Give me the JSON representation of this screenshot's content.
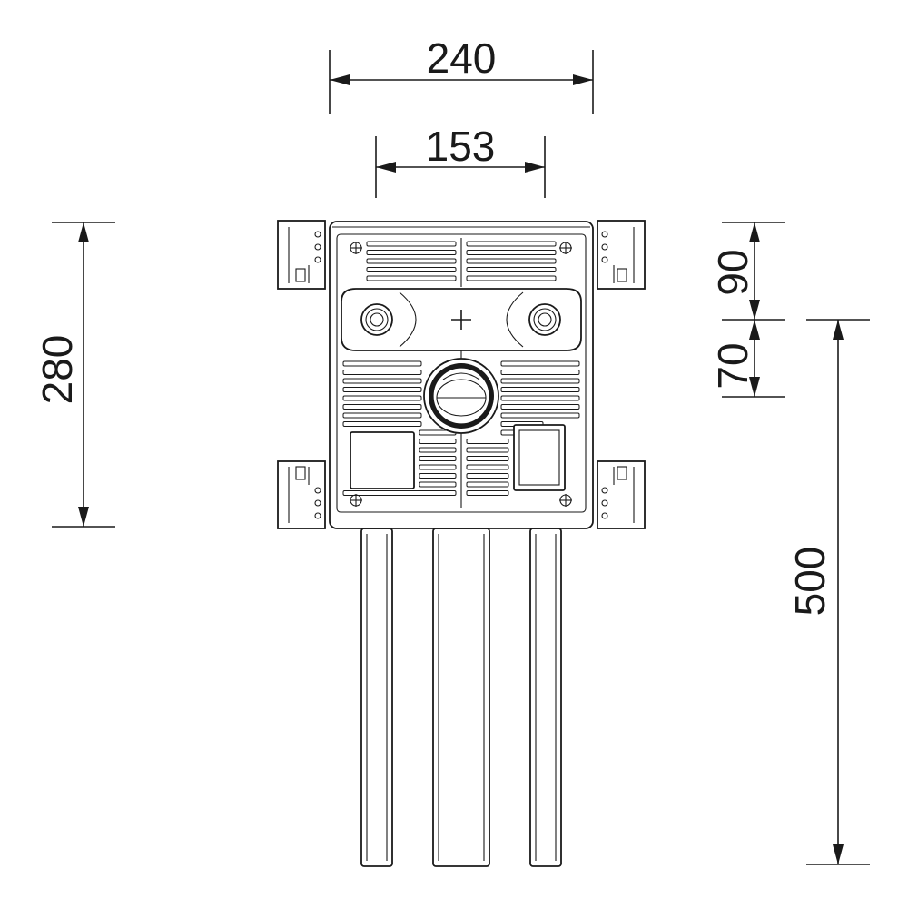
{
  "dimensions": {
    "overall_width": "240",
    "hole_spacing": "153",
    "frame_height": "280",
    "top_offset": "90",
    "center_offset": "70",
    "pipe_length": "500"
  },
  "colors": {
    "line": "#1a1a1a",
    "background": "#ffffff"
  }
}
